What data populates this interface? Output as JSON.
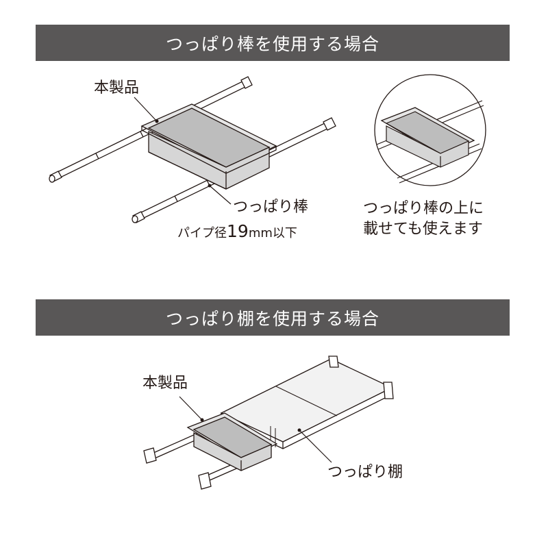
{
  "section_rod": {
    "title": "つっぱり棒を使用する場合",
    "label_product": "本製品",
    "label_rod": "つっぱり棒",
    "pipe_spec_prefix": "パイプ径",
    "pipe_spec_value": "19",
    "pipe_spec_suffix": "mm以下",
    "note_line1": "つっぱり棒の上に",
    "note_line2": "載せても使えます"
  },
  "section_shelf": {
    "title": "つっぱり棚を使用する場合",
    "label_product": "本製品",
    "label_shelf": "つっぱり棚"
  },
  "colors": {
    "banner_bg": "#595757",
    "banner_text": "#ffffff",
    "line": "#231815",
    "tray_fill": "#d9d9d9",
    "tray_light": "#ececec"
  }
}
